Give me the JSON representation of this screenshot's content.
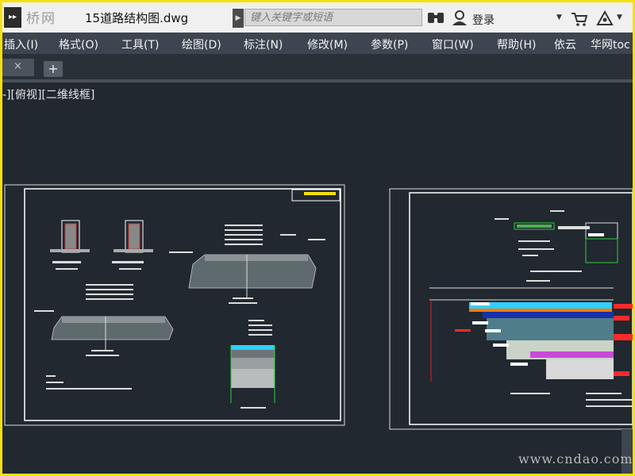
{
  "titlebar": {
    "menu_button": "▸▸",
    "logo_text": "桥网",
    "document_title": "15道路结构图.dwg",
    "search_placeholder": "键入关键字或短语",
    "login_label": "登录"
  },
  "menubar": {
    "items": [
      "插入(I)",
      "格式(O)",
      "工具(T)",
      "绘图(D)",
      "标注(N)",
      "修改(M)",
      "参数(P)",
      "窗口(W)",
      "帮助(H)",
      "依云",
      "华网toc"
    ]
  },
  "tabs": {
    "close_glyph": "×",
    "add_glyph": "+"
  },
  "viewport": {
    "label": "-][俯视][二维线框]"
  },
  "watermark": "www.cndao.com",
  "colors": {
    "frame_border": "#f5e10c",
    "canvas_bg": "#212830",
    "menubar_bg": "#3d4550",
    "drawing_lines": "#ffffff"
  }
}
